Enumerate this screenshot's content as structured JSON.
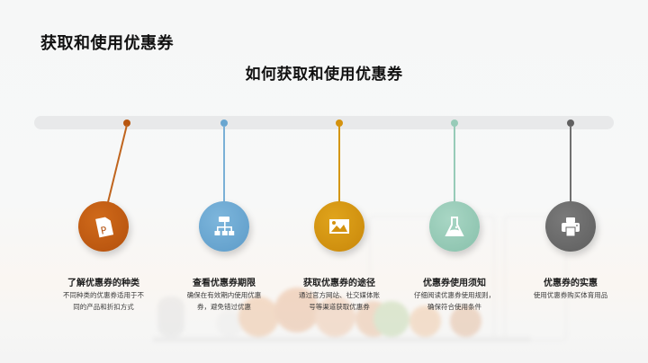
{
  "slide": {
    "title": "获取和使用优惠券",
    "subtitle": "如何获取和使用优惠券"
  },
  "timeline": {
    "bar_color": "#e8e9ea",
    "steps": [
      {
        "title": "了解优惠券的种类",
        "description": "不同种类的优惠券适用于不同的产品和折扣方式",
        "icon": "document-p-icon",
        "color": "#c05a12"
      },
      {
        "title": "查看优惠券期限",
        "description": "确保在有效期内使用优惠券，避免错过优惠",
        "icon": "sitemap-icon",
        "color": "#6aa6d0"
      },
      {
        "title": "获取优惠券的途径",
        "description": "通过官方网站、社交媒体账号等渠道获取优惠券",
        "icon": "image-icon",
        "color": "#d4920e"
      },
      {
        "title": "优惠券使用须知",
        "description": "仔细阅读优惠券使用规则，确保符合使用条件",
        "icon": "flask-icon",
        "color": "#97cbb8"
      },
      {
        "title": "优惠券的实惠",
        "description": "使用优惠券购买体育用品",
        "icon": "printer-icon",
        "color": "#6b6b6b"
      }
    ]
  }
}
